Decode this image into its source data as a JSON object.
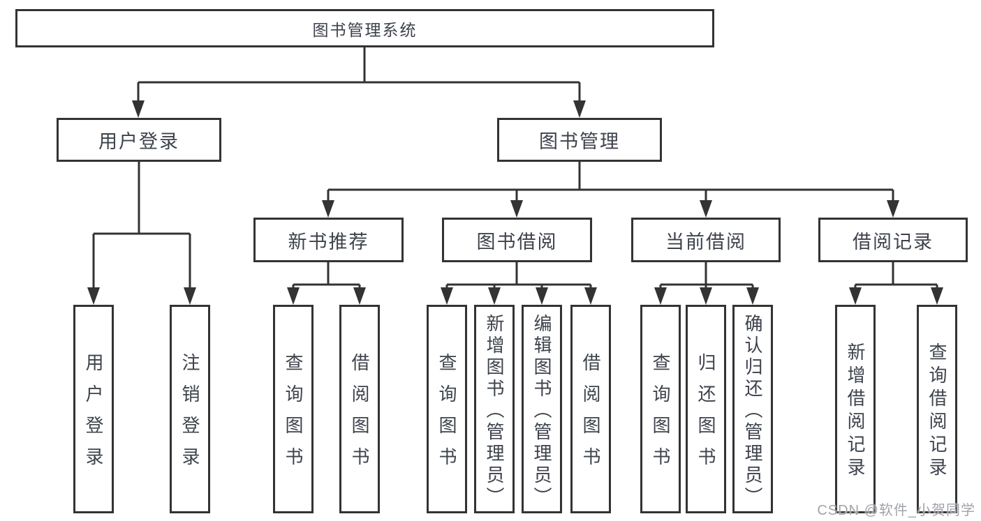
{
  "colors": {
    "line": "#333333",
    "box_border": "#333333",
    "text": "#3d424b",
    "watermark": "#9fa3a9",
    "background": "#ffffff"
  },
  "tree": {
    "root": {
      "label": "图书管理系统",
      "children": [
        {
          "label": "用户登录",
          "children": [
            {
              "label": "用户登录"
            },
            {
              "label": "注销登录"
            }
          ]
        },
        {
          "label": "图书管理",
          "children": [
            {
              "label": "新书推荐",
              "children": [
                {
                  "label": "查询图书"
                },
                {
                  "label": "借阅图书"
                }
              ]
            },
            {
              "label": "图书借阅",
              "children": [
                {
                  "label": "查询图书"
                },
                {
                  "label": "新增图书（管理员）"
                },
                {
                  "label": "编辑图书（管理员）"
                },
                {
                  "label": "借阅图书"
                }
              ]
            },
            {
              "label": "当前借阅",
              "children": [
                {
                  "label": "查询图书"
                },
                {
                  "label": "归还图书"
                },
                {
                  "label": "确认归还（管理员）"
                }
              ]
            },
            {
              "label": "借阅记录",
              "children": [
                {
                  "label": "新增借阅记录"
                },
                {
                  "label": "查询借阅记录"
                }
              ]
            }
          ]
        }
      ]
    }
  },
  "watermark": {
    "text": "CSDN @软件_小贺同学"
  }
}
